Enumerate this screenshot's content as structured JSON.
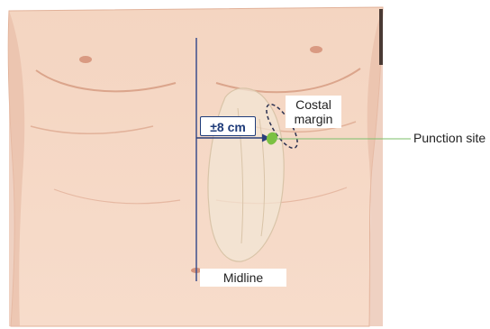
{
  "labels": {
    "distance": "±8 cm",
    "costal_line1": "Costal",
    "costal_line2": "margin",
    "punction_site": "Punction site",
    "midline": "Midline"
  },
  "colors": {
    "skin": "#f3d2be",
    "skin_shadow": "#e4b39c",
    "midline": "#3d4f8c",
    "puncture_mark": "#7bc142",
    "leader_line": "#7bbf6a",
    "label_border": "#1f3c7a"
  }
}
